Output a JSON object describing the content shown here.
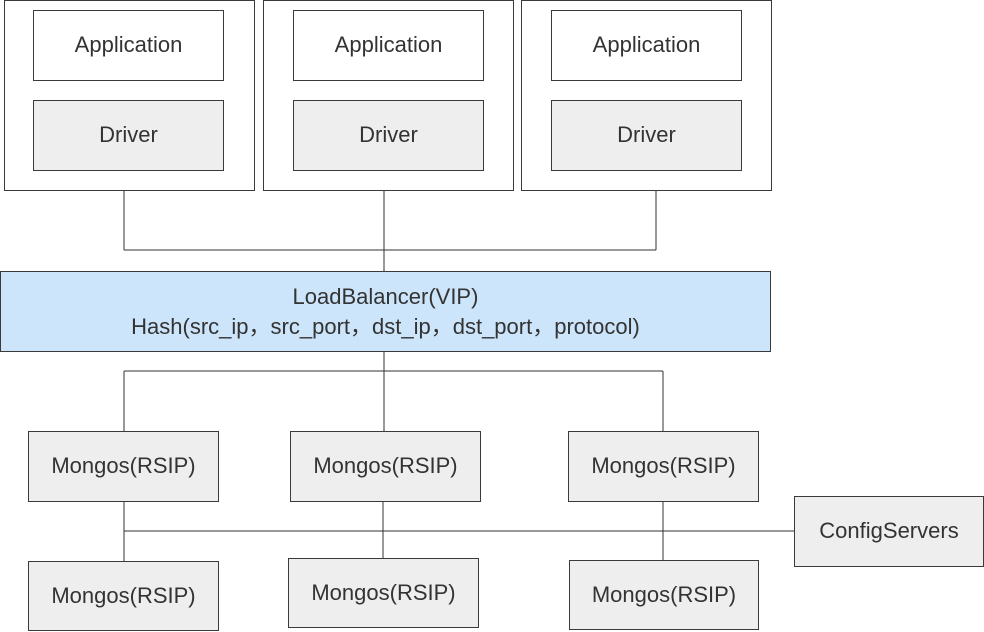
{
  "clients": [
    {
      "application": "Application",
      "driver": "Driver"
    },
    {
      "application": "Application",
      "driver": "Driver"
    },
    {
      "application": "Application",
      "driver": "Driver"
    }
  ],
  "load_balancer": {
    "title": "LoadBalancer(VIP)",
    "hash": "Hash(src_ip，src_port，dst_ip，dst_port，protocol)"
  },
  "mongos_top": [
    "Mongos(RSIP)",
    "Mongos(RSIP)",
    "Mongos(RSIP)"
  ],
  "mongos_bottom": [
    "Mongos(RSIP)",
    "Mongos(RSIP)",
    "Mongos(RSIP)"
  ],
  "config_servers": "ConfigServers"
}
